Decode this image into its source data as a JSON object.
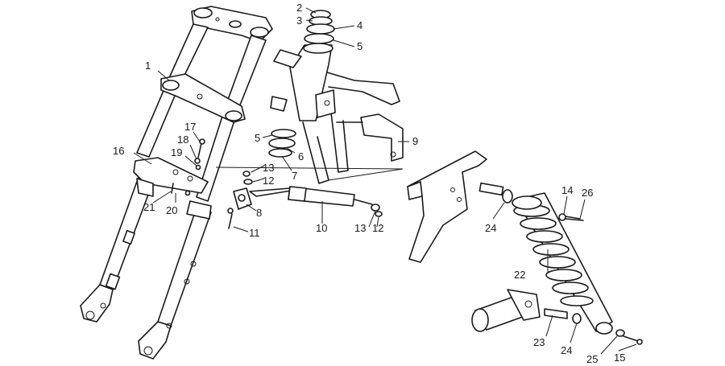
{
  "diagram": {
    "colors": {
      "ink": "#1a1a1a",
      "paper": "#ffffff"
    },
    "callouts": [
      {
        "id": "c1",
        "text": "1"
      },
      {
        "id": "c2",
        "text": "2"
      },
      {
        "id": "c3",
        "text": "3"
      },
      {
        "id": "c4",
        "text": "4"
      },
      {
        "id": "c5a",
        "text": "5"
      },
      {
        "id": "c5b",
        "text": "5"
      },
      {
        "id": "c6",
        "text": "6"
      },
      {
        "id": "c7",
        "text": "7"
      },
      {
        "id": "c8",
        "text": "8"
      },
      {
        "id": "c9",
        "text": "9"
      },
      {
        "id": "c10",
        "text": "10"
      },
      {
        "id": "c11",
        "text": "11"
      },
      {
        "id": "c12a",
        "text": "12"
      },
      {
        "id": "c12b",
        "text": "12"
      },
      {
        "id": "c13a",
        "text": "13"
      },
      {
        "id": "c13b",
        "text": "13"
      },
      {
        "id": "c14",
        "text": "14"
      },
      {
        "id": "c15",
        "text": "15"
      },
      {
        "id": "c16",
        "text": "16"
      },
      {
        "id": "c17",
        "text": "17"
      },
      {
        "id": "c18",
        "text": "18"
      },
      {
        "id": "c19",
        "text": "19"
      },
      {
        "id": "c20",
        "text": "20"
      },
      {
        "id": "c21",
        "text": "21"
      },
      {
        "id": "c22",
        "text": "22"
      },
      {
        "id": "c23",
        "text": "23"
      },
      {
        "id": "c24a",
        "text": "24"
      },
      {
        "id": "c24b",
        "text": "24"
      },
      {
        "id": "c25",
        "text": "25"
      },
      {
        "id": "c26",
        "text": "26"
      }
    ]
  }
}
